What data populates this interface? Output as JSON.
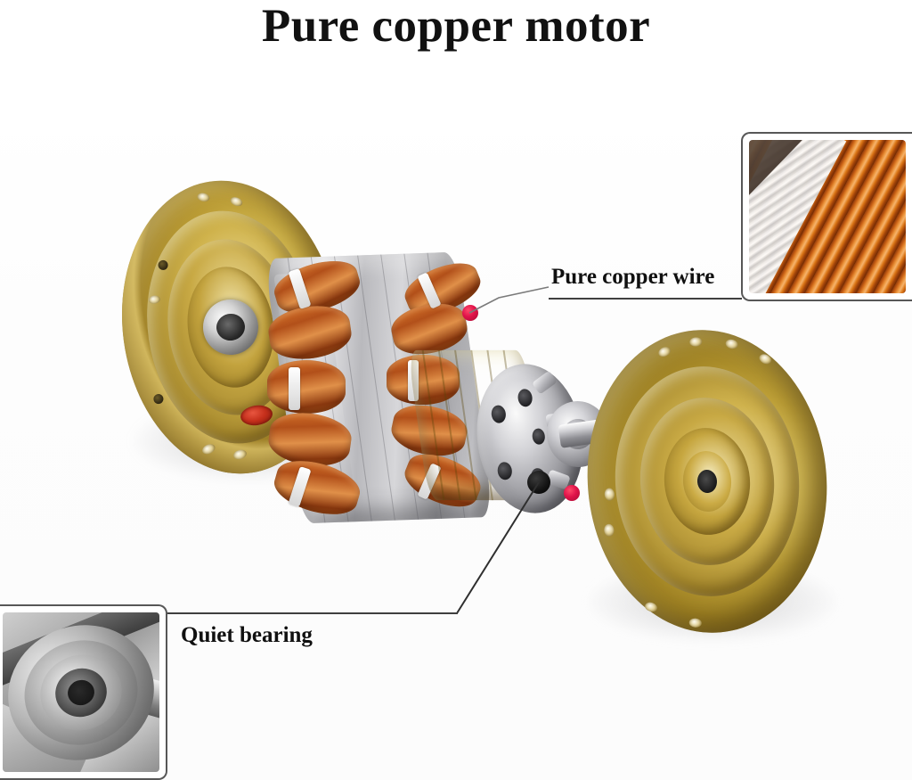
{
  "page": {
    "title": "Pure copper motor",
    "background_color": "#ffffff"
  },
  "callouts": [
    {
      "id": "pure-copper-wire",
      "label": "Pure copper wire",
      "inset": "copper-wire-macro-photo",
      "anchor": "stator-winding",
      "accent_color": "#c4651f"
    },
    {
      "id": "quiet-bearing",
      "label": "Quiet bearing",
      "inset": "ball-bearing-macro-photo",
      "anchor": "rotor-shaft-bearing",
      "accent_color": "#9a9a9a"
    }
  ],
  "diagram": {
    "subject": "exploded view of an electric motor",
    "parts": [
      {
        "name": "left-end-bell",
        "material": "brass",
        "color": "#c0a238"
      },
      {
        "name": "stator-core",
        "material": "steel laminations",
        "color": "#c6c6ca"
      },
      {
        "name": "stator-windings",
        "material": "pure copper",
        "color": "#c4651f"
      },
      {
        "name": "rotor",
        "material": "copper bar rotor",
        "color": "#c2a33c"
      },
      {
        "name": "rotor-fan-plate",
        "material": "aluminium",
        "color": "#9a9a9f"
      },
      {
        "name": "shaft-bearing",
        "material": "steel",
        "color": "#97979c"
      },
      {
        "name": "right-end-bell",
        "material": "brass",
        "color": "#c0a238"
      }
    ]
  },
  "colors": {
    "title_text": "#111111",
    "label_text": "#101010",
    "leader_line": "#4a4a4a",
    "inset_border": "#575757",
    "brass": "#c0a238",
    "copper": "#c4651f",
    "steel": "#9a9a9f",
    "red_marker": "#e0134a"
  }
}
